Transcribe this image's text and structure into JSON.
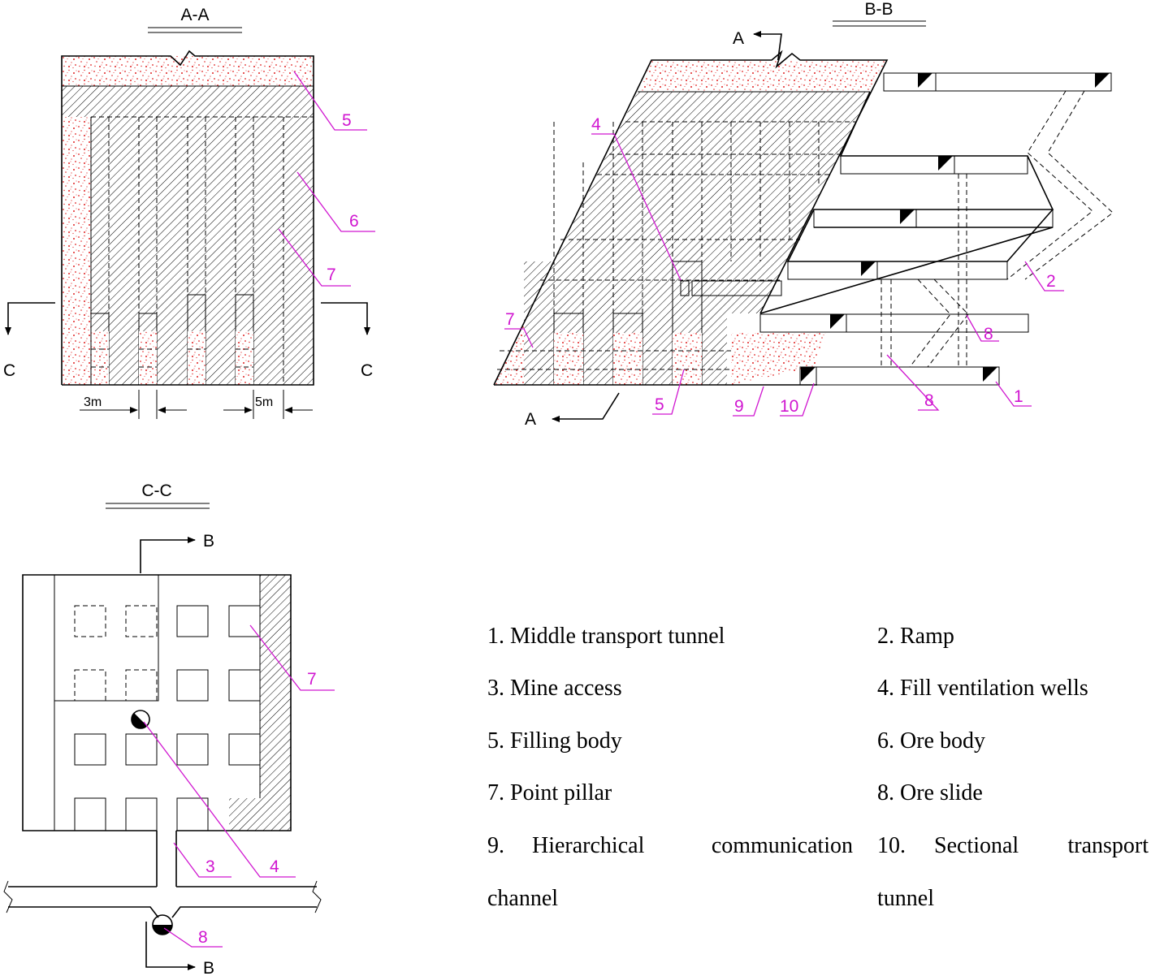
{
  "colors": {
    "leader": "#d016d0",
    "fill_dots": "#e02020",
    "line": "#000000"
  },
  "sections": {
    "aa": {
      "title": "A-A",
      "cut_label": "C",
      "dim_left": "3m",
      "dim_right": "5m",
      "callouts": [
        "5",
        "6",
        "7"
      ]
    },
    "bb": {
      "title": "B-B",
      "arrow_label": "A",
      "callouts": [
        "4",
        "7",
        "5",
        "9",
        "10",
        "8",
        "1",
        "2",
        "8"
      ]
    },
    "cc": {
      "title": "C-C",
      "arrow_label": "B",
      "callouts": [
        "7",
        "3",
        "4",
        "8"
      ]
    }
  },
  "legend": [
    {
      "num": "1.",
      "text": "Middle transport tunnel"
    },
    {
      "num": "2.",
      "text": "Ramp"
    },
    {
      "num": "3.",
      "text": "Mine access"
    },
    {
      "num": "4.",
      "text": "Fill ventilation wells"
    },
    {
      "num": "5.",
      "text": "Filling body"
    },
    {
      "num": "6.",
      "text": "Ore body"
    },
    {
      "num": "7.",
      "text": "Point pillar"
    },
    {
      "num": "8.",
      "text": "Ore slide"
    },
    {
      "num": "9.",
      "words": [
        "Hierarchical",
        "communication"
      ],
      "cont": "channel"
    },
    {
      "num": "10.",
      "words": [
        "Sectional",
        "transport"
      ],
      "cont": "tunnel"
    }
  ]
}
